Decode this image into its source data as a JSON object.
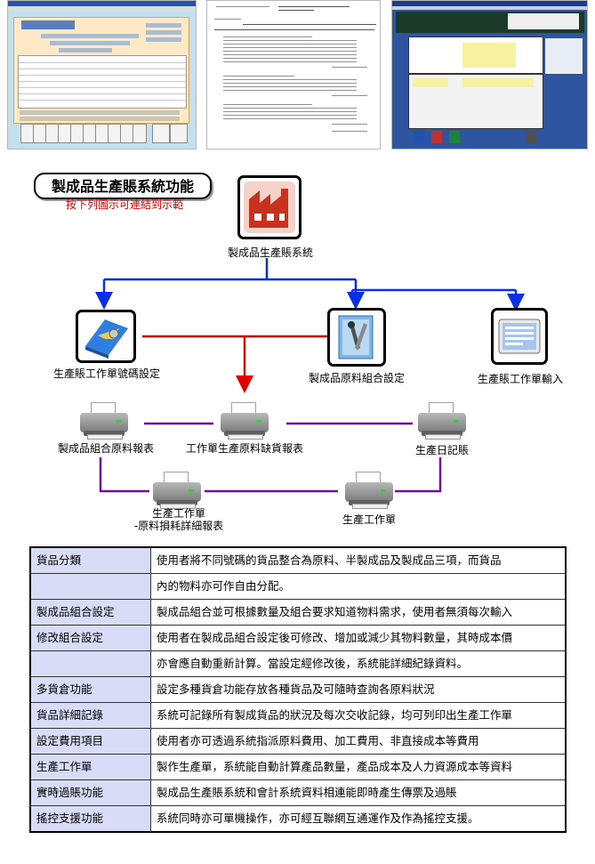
{
  "title": "製成品生產賬系統功能",
  "subtitle": "按下列圖示可連結到示範",
  "nodes": {
    "main": "製成品生產賬系統",
    "order_number": "生產賬工作單號碼設定",
    "material_combo": "製成品原料組合設定",
    "work_order_input": "生產賬工作單輸入",
    "combo_report": "製成品組合原料報表",
    "shortage_report": "工作單生產原料缺貨報表",
    "daily_log": "生產日記賬",
    "loss_report_line1": "生產工作單",
    "loss_report_line2": "-原料損耗詳細報表",
    "work_order": "生產工作單"
  },
  "colors": {
    "blue_line": "#0a2fe6",
    "red_line": "#e00000",
    "purple_line": "#6a159a",
    "table_key_bg": "#d8dcf6",
    "subtitle": "#e00000"
  },
  "features": [
    {
      "name": "貨品分類",
      "desc": "使用者將不同號碼的貨品整合為原料、半製成品及製成品三項，而貨品"
    },
    {
      "name": "",
      "desc": "內的物料亦可作自由分配。"
    },
    {
      "name": "製成品組合設定",
      "desc": "製成品組合並可根據數量及組合要求知道物料需求，使用者無須每次輸入"
    },
    {
      "name": "修改組合設定",
      "desc": "使用者在製成品組合設定後可修改、增加或減少其物料數量，其時成本價"
    },
    {
      "name": "",
      "desc": "亦會應自動重新計算。當設定經修改後，系統能詳細紀錄資料。"
    },
    {
      "name": "多貨倉功能",
      "desc": "設定多種貨倉功能存放各種貨品及可隨時查詢各原料狀況"
    },
    {
      "name": "貨品詳細記錄",
      "desc": "系統可記錄所有製成貨品的狀況及每次交收記錄，均可列印出生產工作單"
    },
    {
      "name": "設定費用項目",
      "desc": "使用者亦可透過系統指派原料費用、加工費用、非直接成本等費用"
    },
    {
      "name": "生產工作單",
      "desc": "製作生產單，系統能自動計算產品數量，產品成本及人力資源成本等資料"
    },
    {
      "name": "實時過賬功能",
      "desc": "製成品生產賬系統和會計系統資料相連能即時產生傳票及過賬"
    },
    {
      "name": "搖控支援功能",
      "desc": "系統同時亦可單機操作，亦可經互聯網互通運作及作為搖控支援。"
    }
  ]
}
